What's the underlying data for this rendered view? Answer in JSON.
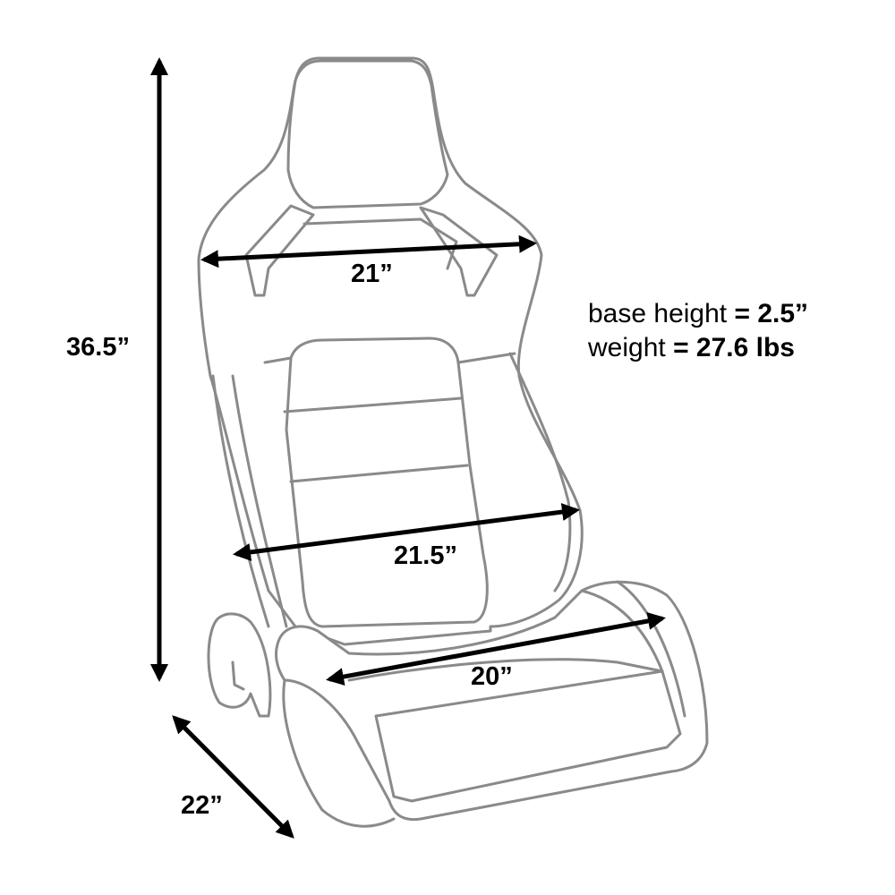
{
  "dimensions": {
    "height": "36.5”",
    "headrest_width": "21”",
    "back_width": "21.5”",
    "seat_width": "20”",
    "depth": "22”"
  },
  "specs": {
    "base_height_label": "base height",
    "base_height_value": "= 2.5”",
    "weight_label": "weight",
    "weight_value": "= 27.6 lbs"
  },
  "colors": {
    "outline": "#8a8a8a",
    "arrows": "#000000"
  }
}
